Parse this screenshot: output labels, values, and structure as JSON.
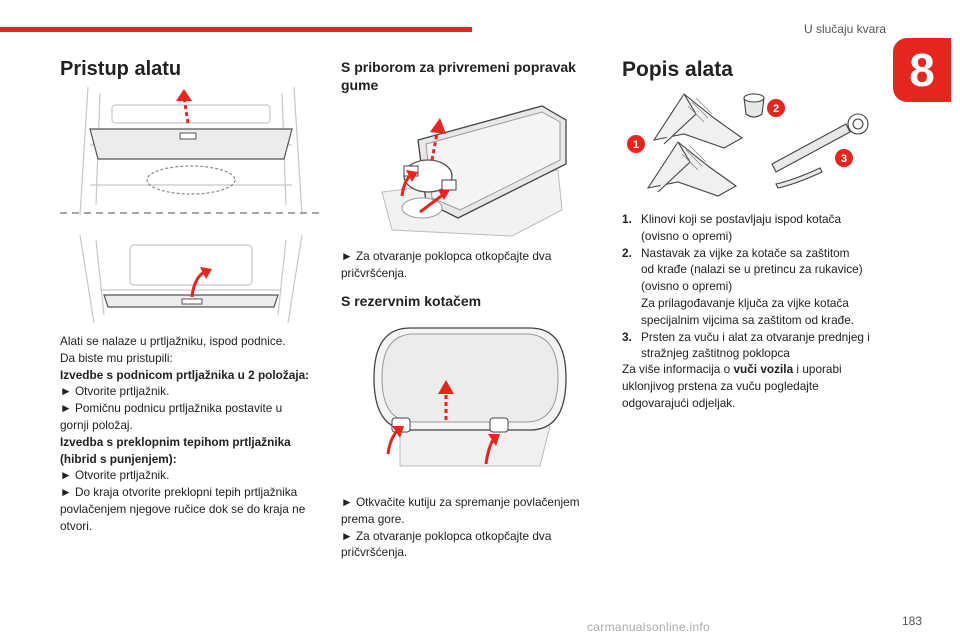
{
  "header": {
    "chapter_title": "U slučaju kvara",
    "chapter_number": "8"
  },
  "col1": {
    "title": "Pristup alatu",
    "lines": [
      "Alati se nalaze u prtljažniku, ispod podnice.",
      "Da biste mu pristupili:",
      "Izvedbe s podnicom prtljažnika u 2 položaja:",
      "►  Otvorite prtljažnik.",
      "►  Pomičnu podnicu prtljažnika postavite u",
      "gornji položaj.",
      "Izvedba s preklopnim tepihom prtljažnika",
      "(hibrid s punjenjem):",
      "►  Otvorite prtljažnik.",
      "►  Do kraja otvorite preklopni tepih prtljažnika",
      "povlačenjem njegove ručice dok se do kraja ne",
      "otvori."
    ]
  },
  "col2": {
    "title": "S priborom za privremeni popravak gume",
    "text1": [
      "►  Za otvaranje poklopca otkopčajte dva",
      "pričvršćenja."
    ],
    "title2": "S rezervnim kotačem",
    "text2": [
      "►  Otkvačite kutiju za spremanje povlačenjem",
      "prema gore.",
      "►  Za otvaranje poklopca otkopčajte dva",
      "pričvršćenja."
    ]
  },
  "col3": {
    "title": "Popis alata",
    "callouts": [
      "1",
      "2",
      "3"
    ],
    "items": [
      {
        "num": "1.",
        "lines": [
          "Klinovi koji se postavljaju ispod kotača",
          "(ovisno o opremi)"
        ]
      },
      {
        "num": "2.",
        "lines": [
          "Nastavak za vijke za kotače sa zaštitom",
          "od krađe (nalazi se u pretincu za rukavice)",
          "(ovisno o opremi)",
          "Za prilagođavanje ključa za vijke kotača",
          "specijalnim vijcima sa zaštitom od krađe."
        ]
      },
      {
        "num": "3.",
        "lines": [
          "Prsten za vuču i alat za otvaranje prednjeg i",
          "stražnjeg zaštitnog poklopca"
        ]
      }
    ],
    "more_prefix": "Za više informacija o ",
    "more_bold": "vuči vozila",
    "more_suffix": " i uporabi",
    "more_lines": [
      "uklonjivog prstena za vuču pogledajte",
      "odgovarajući odjeljak."
    ]
  },
  "footer": {
    "page_number": "183",
    "watermark": "carmanualsonline.info"
  },
  "colors": {
    "accent": "#e5261f"
  }
}
